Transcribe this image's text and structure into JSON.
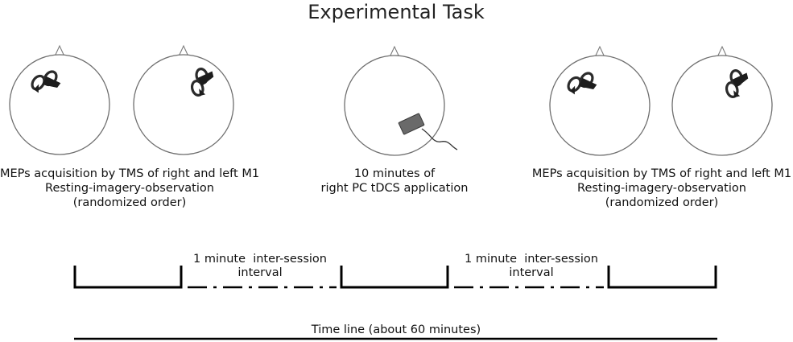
{
  "title": "Experimental Task",
  "captions": {
    "left": [
      "MEPs acquisition by TMS of right and left M1",
      "Resting-imagery-observation",
      "(randomized order)"
    ],
    "center": [
      "10 minutes of",
      "right PC tDCS application"
    ],
    "right": [
      "MEPs acquisition by TMS of right and left M1",
      "Resting-imagery-observation",
      "(randomized order)"
    ]
  },
  "intervals": [
    {
      "line1": "1 minute  inter-session",
      "line2": "interval"
    },
    {
      "line1": "1 minute  inter-session",
      "line2": "interval"
    }
  ],
  "timeline_label": "Time line (about 60 minutes)",
  "icons": {
    "head": "head-outline-icon",
    "tms_coil": "figure-eight-coil-icon",
    "tdcs_electrode": "electrode-pad-icon"
  },
  "colors": {
    "head_outline": "#6e6e6e",
    "coil": "#2b2b2b",
    "electrode": "#6a6a6a",
    "line": "#000000"
  }
}
